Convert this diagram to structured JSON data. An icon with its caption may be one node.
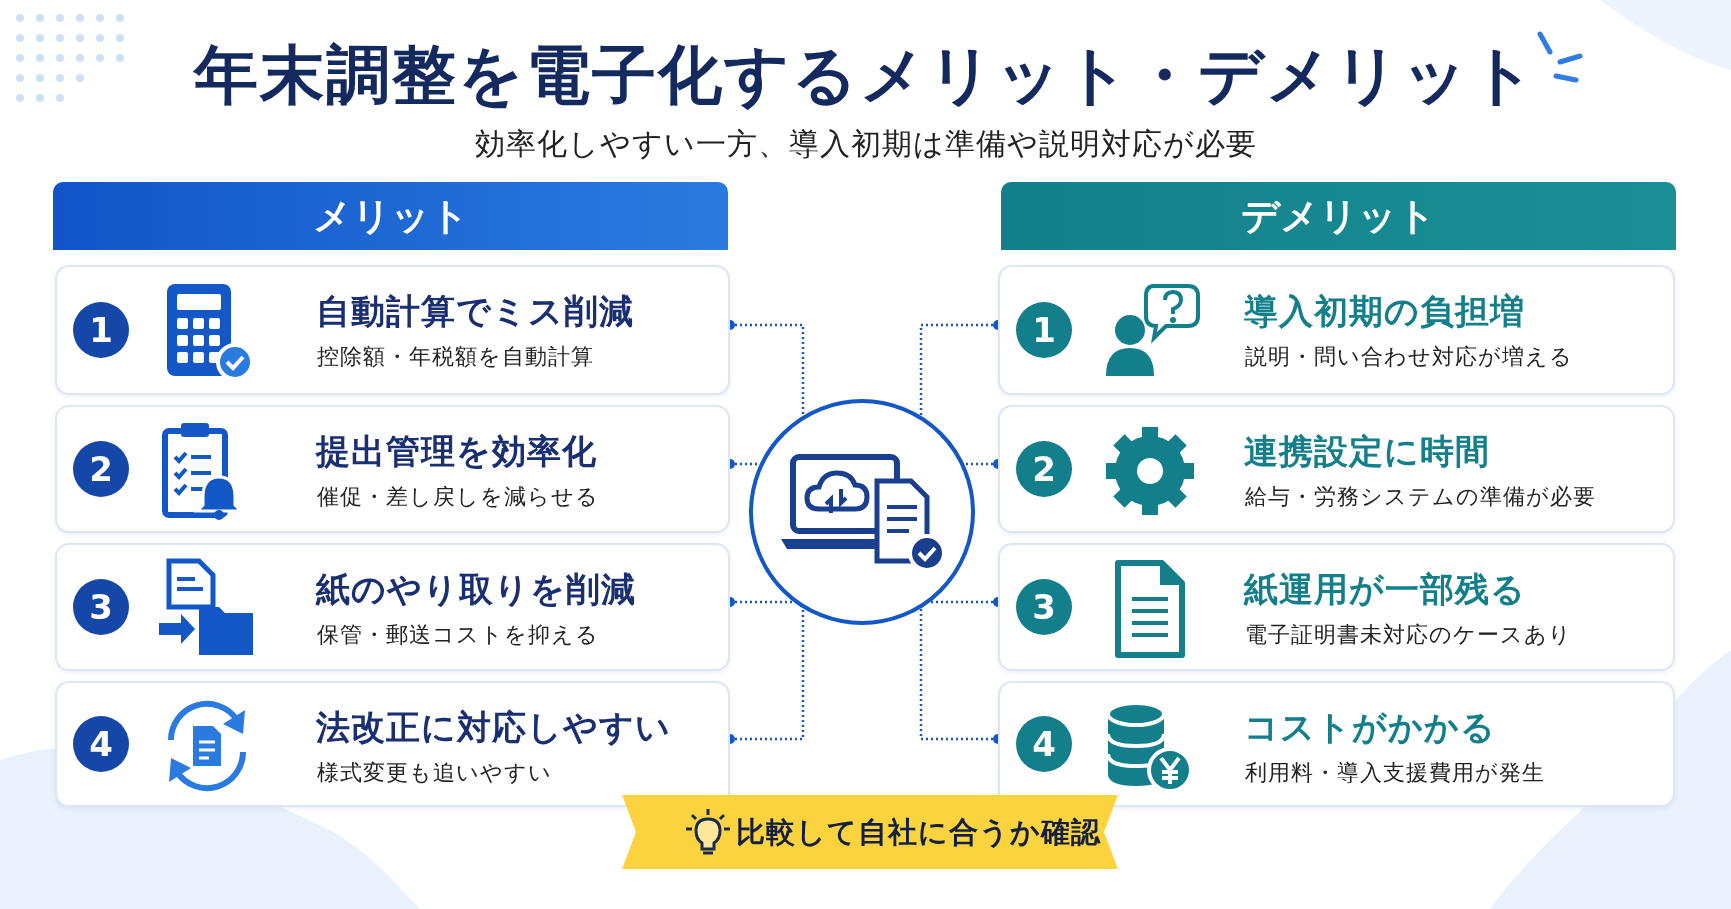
{
  "diagram": {
    "title": "年末調整を電子化するメリット・デメリット",
    "nodes": [
      {
        "text": [
          "メリット"
        ]
      },
      {
        "text": [
          "デメリット"
        ]
      },
      {
        "text": [
          "1",
          "自動計算でミス削減",
          "控除額・年税額を自動計算"
        ]
      },
      {
        "text": [
          "2",
          "提出管理を効率化",
          "催促・差し戻しを減らせる"
        ]
      },
      {
        "text": [
          "3",
          "紙のやり取りを削減",
          "保管・郵送コストを抑える"
        ]
      },
      {
        "text": [
          "4",
          "法改正に対応しやすい",
          "様式変更も追いやすい"
        ]
      },
      {
        "text": [],
        "shape": "circle"
      },
      {
        "text": [
          "1",
          "導入初期の負担増",
          "説明・問い合わせ対応が増える"
        ]
      },
      {
        "text": [
          "2",
          "連携設定に時間",
          "給与・労務システムの準備が必要"
        ]
      },
      {
        "text": [
          "3",
          "紙運用が一部残る",
          "電子証明書未対応のケースあり"
        ]
      },
      {
        "text": [
          "4",
          "コストがかかる",
          "利用料・導入支援費用が発生"
        ]
      },
      {
        "text": [
          "比較して自社に合うか確認"
        ]
      }
    ],
    "edges": [
      {
        "from": 2,
        "to": 6,
        "arrow": "other",
        "style": "dashed"
      },
      {
        "from": 3,
        "to": 6,
        "arrow": "other",
        "style": "dashed"
      },
      {
        "from": 4,
        "to": 6,
        "arrow": "other",
        "style": "dashed"
      },
      {
        "from": 5,
        "to": 6,
        "arrow": "other",
        "style": "dashed"
      },
      {
        "from": 7,
        "to": 6,
        "arrow": "other",
        "style": "dashed"
      },
      {
        "from": 8,
        "to": 6,
        "arrow": "other",
        "style": "dashed"
      },
      {
        "from": 9,
        "to": 6,
        "arrow": "other",
        "style": "dashed"
      },
      {
        "from": 10,
        "to": 6,
        "arrow": "other",
        "style": "dashed"
      }
    ],
    "labels": [
      "効率化しやすい一方、導入初期は準備や説明対応が必要"
    ]
  }
}
